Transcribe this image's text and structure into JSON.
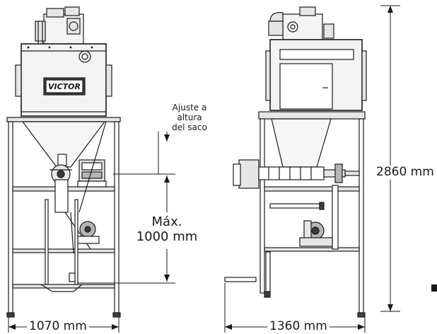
{
  "drawing": {
    "brand_logo": "VICTOR",
    "height_dimension": "2860 mm",
    "front_width_dimension": "1070 mm",
    "side_width_dimension": "1360 mm",
    "adjust_note": "Ajuste a\naltura\ndel saco",
    "max_note": "Máx.\n1000 mm",
    "line_color": "#1a1a1a",
    "fill_light": "#e6e6e6",
    "fill_mid": "#b5b5b5",
    "fill_dark": "#3c3c3c"
  }
}
